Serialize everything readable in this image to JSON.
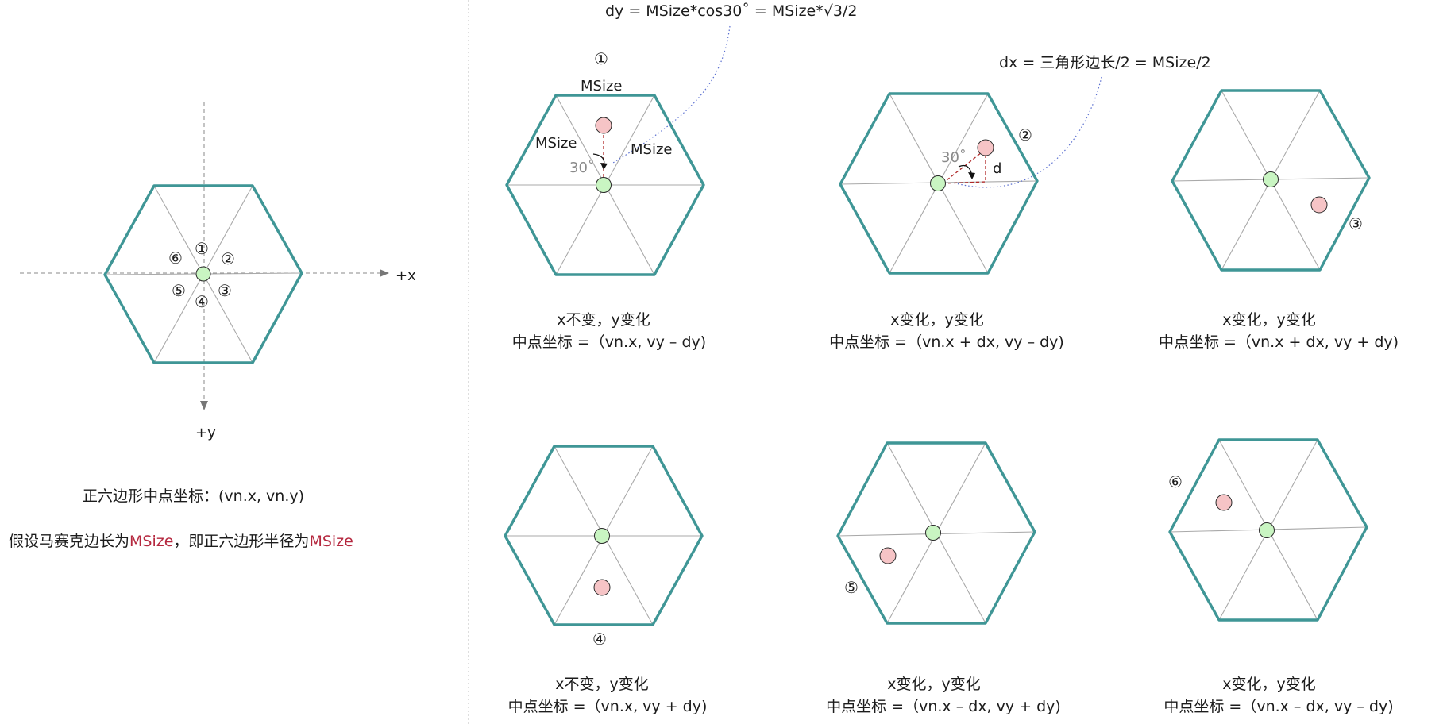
{
  "overview": {
    "axis_x_label": "+x",
    "axis_y_label": "+y",
    "numbers": [
      "①",
      "②",
      "③",
      "④",
      "⑤",
      "⑥"
    ],
    "center_text": "正六边形中点坐标：(vn.x, vn.y)",
    "assume_prefix": "假设马赛克边长为",
    "assume_msize1": "MSize",
    "assume_mid": "，即正六边形半径为",
    "assume_msize2": "MSize"
  },
  "annotations": {
    "dy_formula": "dy = MSize*cos30˚ = MSize*√3/2",
    "dx_formula": "dx = 三角形边长/2 = MSize/2",
    "msize_top": "MSize",
    "msize_left": "MSize",
    "msize_right": "MSize",
    "angle1": "30˚",
    "angle2": "30˚",
    "d_label": "d"
  },
  "panels": [
    {
      "number": "①",
      "line1": "x不变，y变化",
      "line2": "中点坐标 =（vn.x, vy – dy)"
    },
    {
      "number": "②",
      "line1": "x变化，y变化",
      "line2": "中点坐标 =（vn.x + dx, vy – dy)"
    },
    {
      "number": "③",
      "line1": "x变化，y变化",
      "line2": "中点坐标 =（vn.x + dx, vy + dy)"
    },
    {
      "number": "④",
      "line1": "x不变，y变化",
      "line2": "中点坐标 =（vn.x, vy + dy)"
    },
    {
      "number": "⑤",
      "line1": "x变化，y变化",
      "line2": "中点坐标 =（vn.x – dx, vy + dy)"
    },
    {
      "number": "⑥",
      "line1": "x变化，y变化",
      "line2": "中点坐标 =（vn.x – dx, vy – dy)"
    }
  ],
  "colors": {
    "hexagon_stroke": "#3f9696",
    "center_fill": "#c9f5c2",
    "target_fill": "#f6c4c6",
    "highlight_text": "#b5283f"
  }
}
